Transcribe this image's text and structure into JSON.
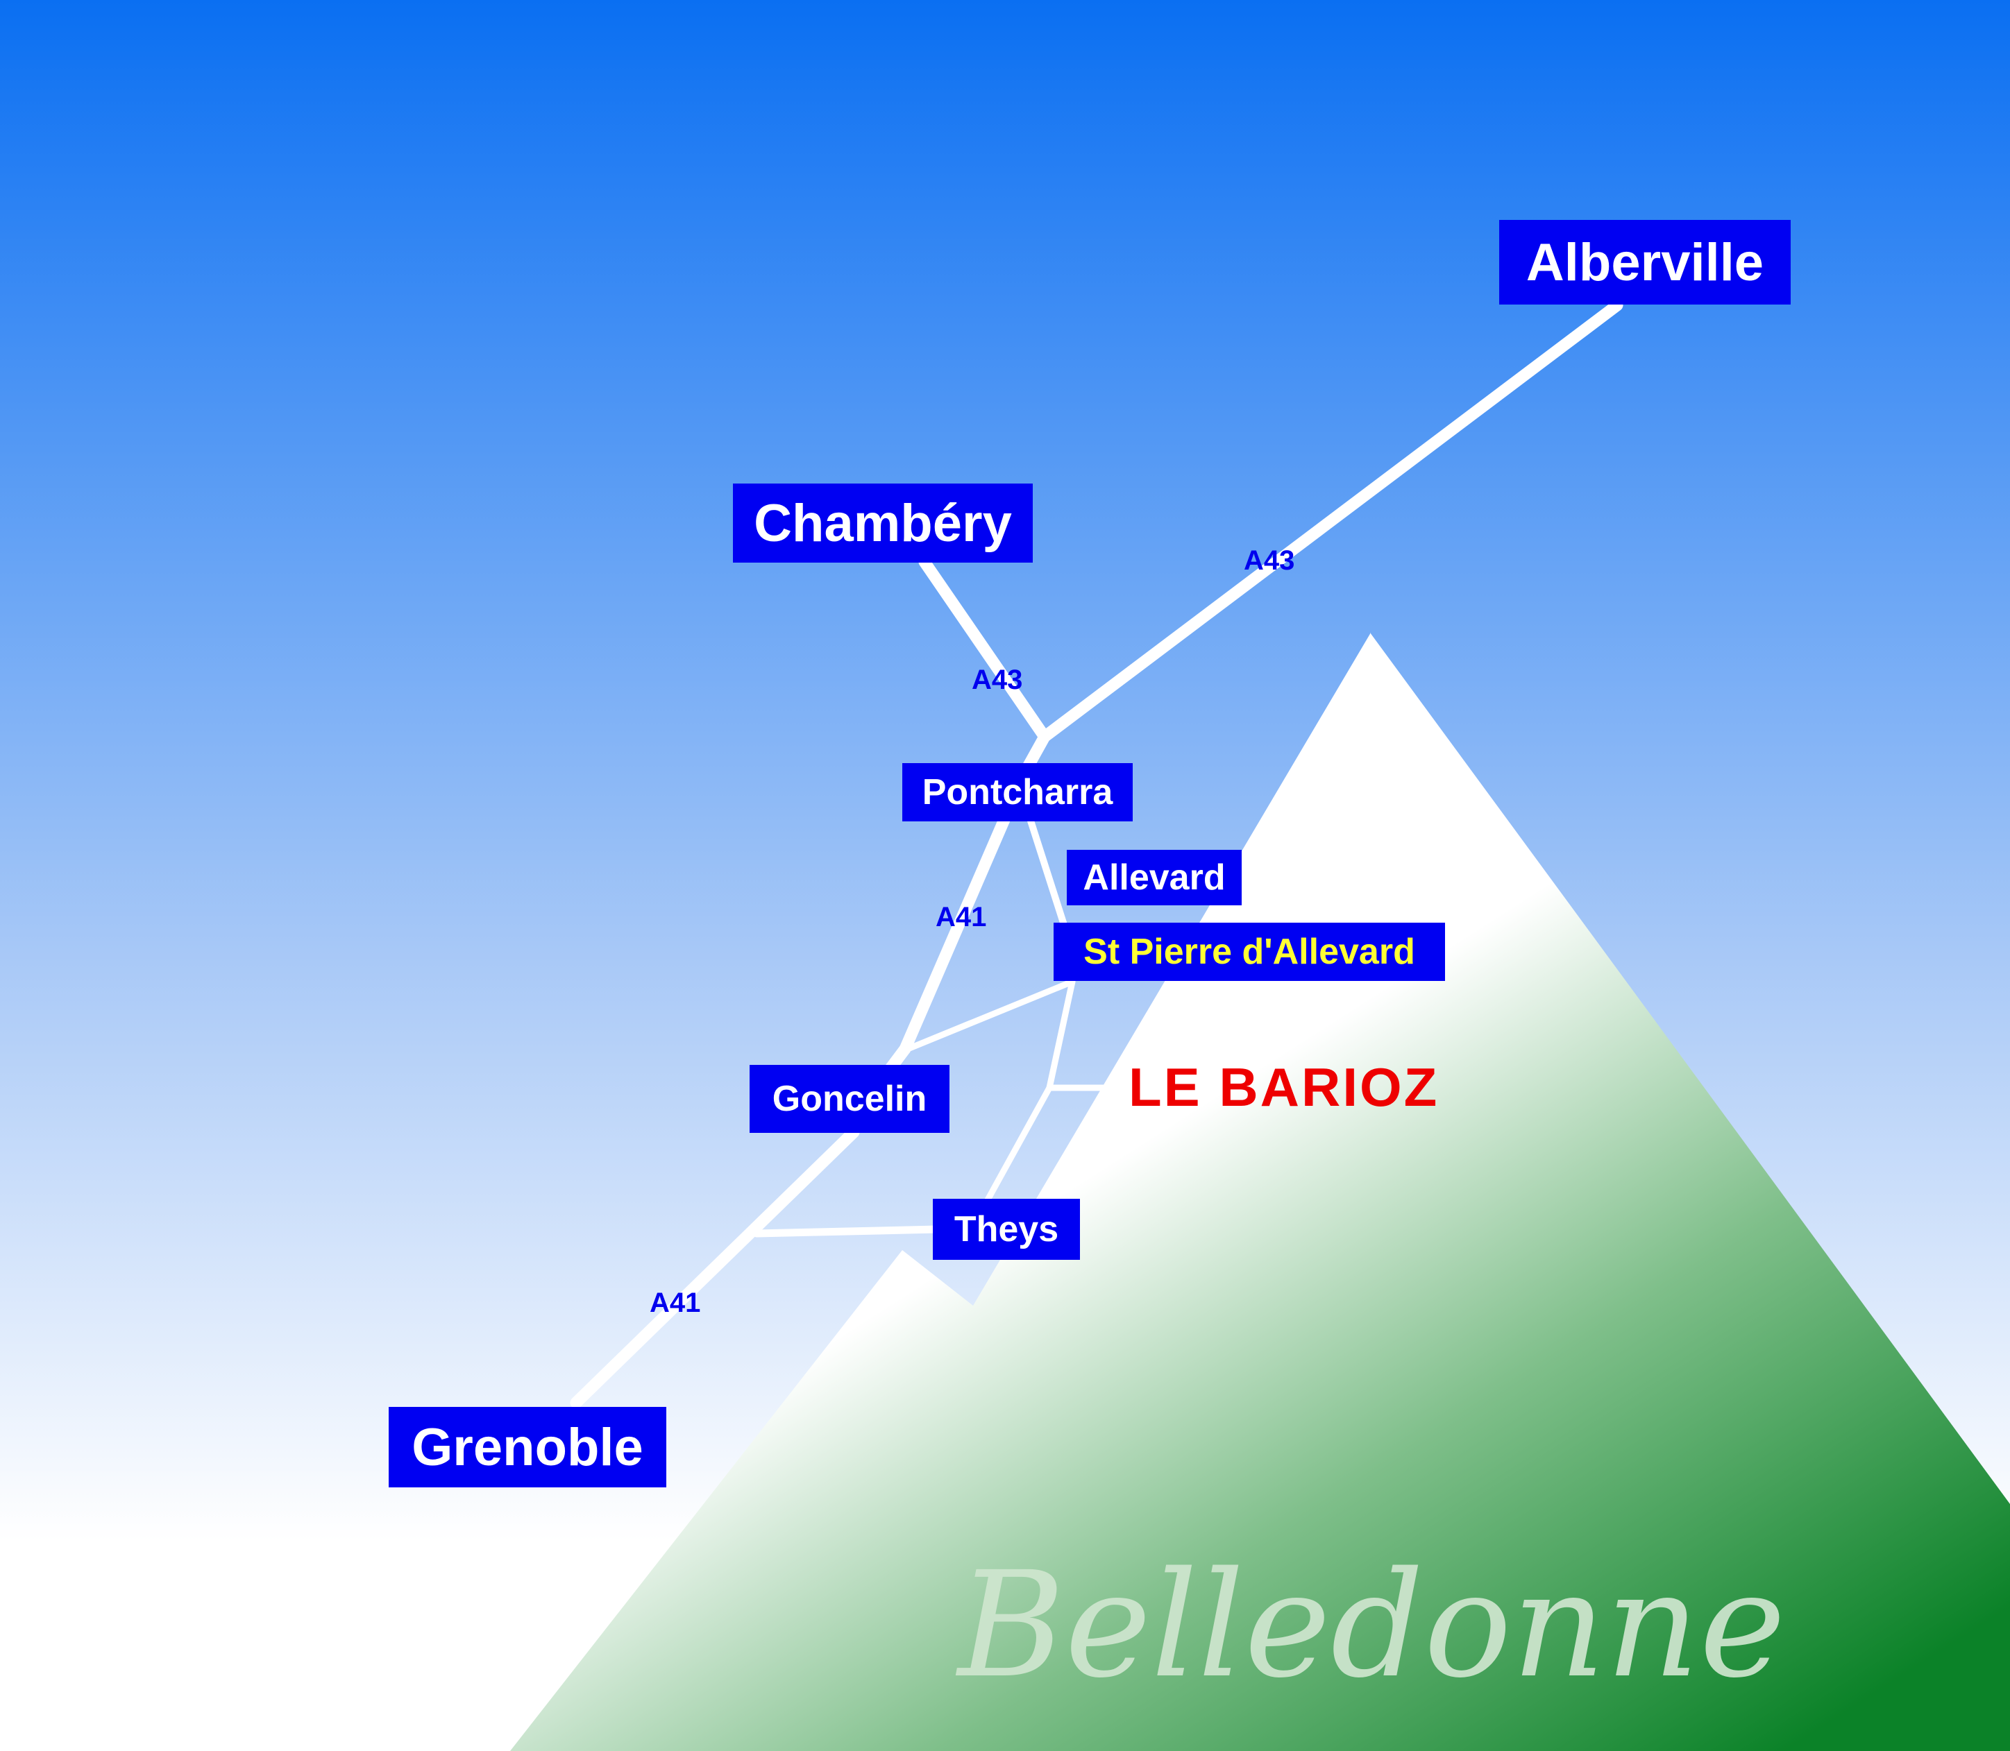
{
  "colors": {
    "sky_top": "#0a6ff2",
    "sky_bottom": "#ffffff",
    "mountain_top": "#ffffff",
    "mountain_bottom": "#0b8228",
    "box_fill": "#0000f2",
    "road": "#ffffff",
    "highlight_text": "#ffff33",
    "destination_text": "#ee0000"
  },
  "cities": {
    "alberville": "Alberville",
    "chambery": "Chambéry",
    "pontcharra": "Pontcharra",
    "allevard": "Allevard",
    "st_pierre": "St Pierre d'Allevard",
    "goncelin": "Goncelin",
    "theys": "Theys",
    "grenoble": "Grenoble"
  },
  "roads": {
    "a43_east": "A43",
    "a43_north": "A43",
    "a41_north": "A41",
    "a41_south": "A41"
  },
  "destination": "LE BARIOZ",
  "mountain_name": "Belledonne"
}
